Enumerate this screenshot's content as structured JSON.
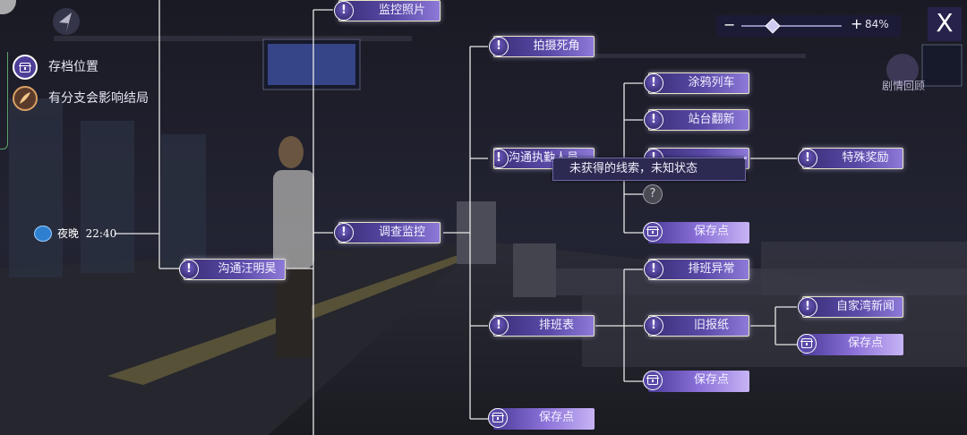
{
  "legend": {
    "items": [
      {
        "icon": "save-box-icon",
        "label": "存档位置"
      },
      {
        "icon": "branch-leaf-icon",
        "label": "有分支会影响结局"
      }
    ]
  },
  "timeline": {
    "period": "夜晚",
    "time": "22:40"
  },
  "zoom": {
    "minus": "−",
    "plus": "+",
    "value": "84%",
    "level": 0.84
  },
  "close_label": "X",
  "story_review_label": "剧情回顾",
  "tooltip": "未获得的线索，未知状态",
  "nodes": {
    "jiankong_zhaopian": {
      "label": "监控照片",
      "icon": "exclamation-icon",
      "mark": "!"
    },
    "paishe_sijiao": {
      "label": "拍摄死角",
      "icon": "exclamation-icon",
      "mark": "!"
    },
    "goutong_zhiqin": {
      "label": "沟通执勤人员",
      "icon": "exclamation-icon",
      "mark": "!"
    },
    "tuya_lieche": {
      "label": "涂鸦列车",
      "icon": "exclamation-icon",
      "mark": "!"
    },
    "zhantai_fanxin": {
      "label": "站台翻新",
      "icon": "exclamation-icon",
      "mark": "!"
    },
    "hidden_clue": {
      "label": "",
      "icon": "exclamation-icon",
      "mark": "!"
    },
    "unknown_clue": {
      "label": "",
      "icon": "question-icon",
      "mark": "?"
    },
    "teshu_jiangli": {
      "label": "特殊奖励",
      "icon": "exclamation-icon",
      "mark": "!"
    },
    "save_1": {
      "label": "保存点",
      "icon": "save-box-icon"
    },
    "diaocha_jiankong": {
      "label": "调查监控",
      "icon": "exclamation-icon",
      "mark": "!"
    },
    "goutong_wangmingchang": {
      "label": "沟通汪明昊",
      "icon": "exclamation-icon",
      "mark": "!"
    },
    "paiban_yichang": {
      "label": "排班异常",
      "icon": "exclamation-icon",
      "mark": "!"
    },
    "paibanbiao": {
      "label": "排班表",
      "icon": "exclamation-icon",
      "mark": "!"
    },
    "jiu_baozhi": {
      "label": "旧报纸",
      "icon": "exclamation-icon",
      "mark": "!"
    },
    "zijiawan_xinwen": {
      "label": "自家湾新闻",
      "icon": "exclamation-icon",
      "mark": "!"
    },
    "save_2": {
      "label": "保存点",
      "icon": "save-box-icon"
    },
    "save_3": {
      "label": "保存点",
      "icon": "save-box-icon"
    },
    "save_4": {
      "label": "保存点",
      "icon": "save-box-icon"
    }
  },
  "colors": {
    "node_start": "#3a2f78",
    "node_end": "#8e7ad8",
    "border": "#e9e6c6",
    "line": "#e8e8e8"
  }
}
